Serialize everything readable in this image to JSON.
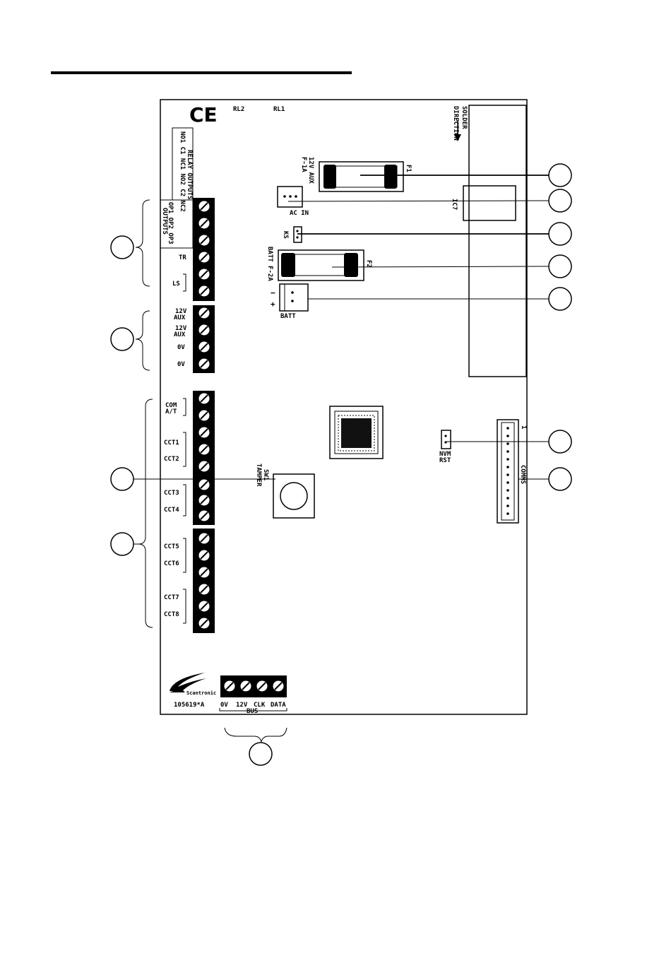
{
  "board": {
    "ce_mark": "CE",
    "rl2": "RL2",
    "rl1": "RL1",
    "solder": "SOLDER",
    "direction": "DIRECTION",
    "f1": "F1",
    "f1_rating": "12V AUX",
    "f1_value": "F-1A",
    "ac_in": "AC IN",
    "ic7": "IC7",
    "ks": "KS",
    "f2": "F2",
    "f2_rating": "BATT F-2A",
    "batt_minus": "−",
    "batt_plus": "+",
    "batt": "BATT",
    "relay_terms": "NO1 C1 NC1 NO2 C2 NC2",
    "relay_outputs": "RELAY OUTPUTS",
    "op_terms": "OP1 OP2 OP3",
    "outputs": "OUTPUTS",
    "tr": "TR",
    "ls": "LS",
    "aux1_a": "12V",
    "aux1_b": "AUX",
    "aux2_a": "12V",
    "aux2_b": "AUX",
    "zero_v_1": "0V",
    "zero_v_2": "0V",
    "com": "COM",
    "at": "A/T",
    "cct1": "CCT1",
    "cct2": "CCT2",
    "cct3": "CCT3",
    "cct4": "CCT4",
    "cct5": "CCT5",
    "cct6": "CCT6",
    "cct7": "CCT7",
    "cct8": "CCT8",
    "sw1": "SW1",
    "tamper": "TAMPER",
    "nvm": "NVM",
    "rst": "RST",
    "comms": "COMMS",
    "pin1": "1",
    "brand": "Scantronic",
    "part_no": "105619*A",
    "bus_0v": "0V",
    "bus_12v": "12V",
    "bus_clk": "CLK",
    "bus_data": "DATA",
    "bus": "BUS"
  }
}
